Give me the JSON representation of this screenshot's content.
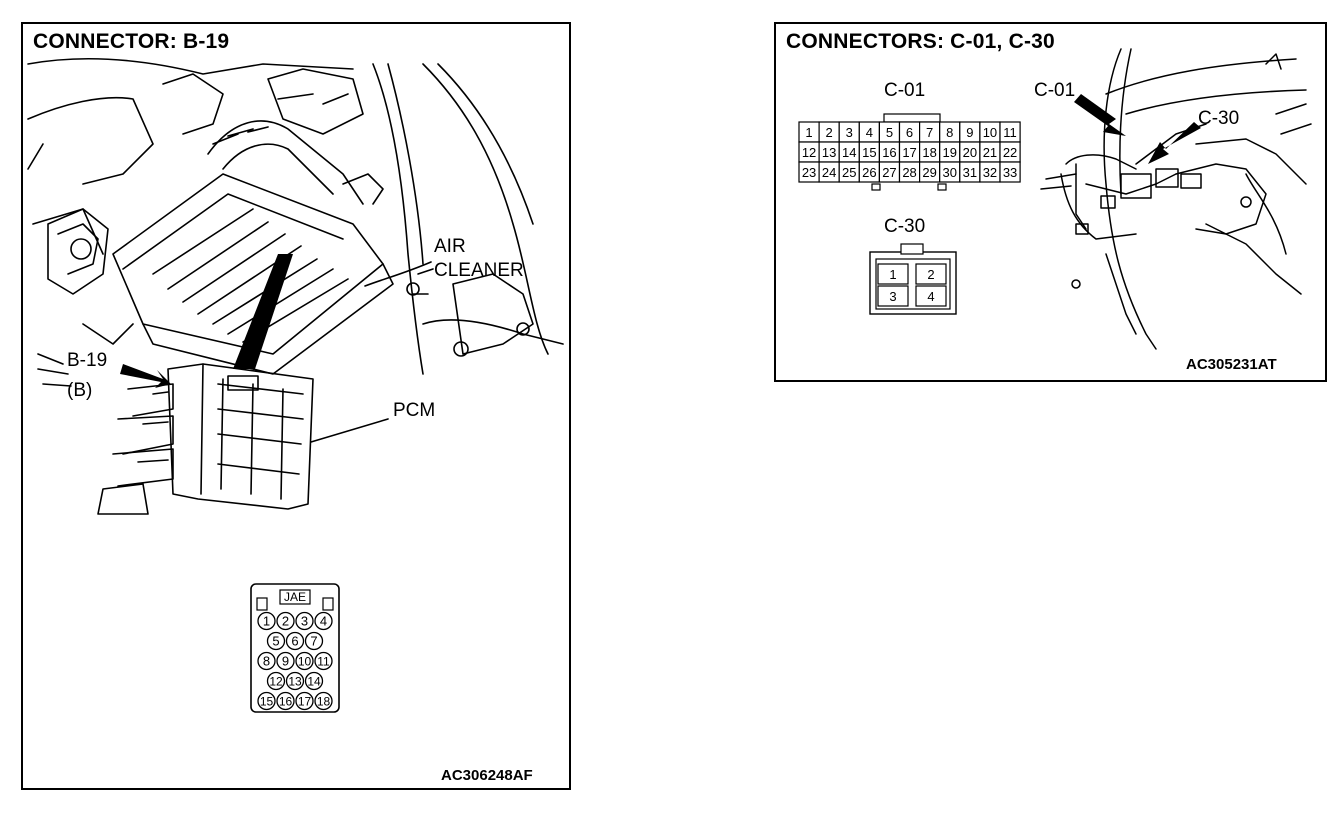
{
  "panel_b19": {
    "title": "CONNECTOR: B-19",
    "labels": {
      "air_cleaner_1": "AIR",
      "air_cleaner_2": "CLEANER",
      "connector": "B-19",
      "connector_sub": "(B)",
      "pcm": "PCM"
    },
    "jae_label": "JAE",
    "pin_rows": [
      [
        "1",
        "2",
        "3",
        "4"
      ],
      [
        "5",
        "6",
        "7"
      ],
      [
        "8",
        "9",
        "10",
        "11"
      ],
      [
        "12",
        "13",
        "14"
      ],
      [
        "15",
        "16",
        "17",
        "18"
      ]
    ],
    "figure_id": "AC306248AF"
  },
  "panel_c": {
    "title": "CONNECTORS: C-01, C-30",
    "c01_label": "C-01",
    "c01_rows": [
      [
        "1",
        "2",
        "3",
        "4",
        "5",
        "6",
        "7",
        "8",
        "9",
        "10",
        "11"
      ],
      [
        "12",
        "13",
        "14",
        "15",
        "16",
        "17",
        "18",
        "19",
        "20",
        "21",
        "22"
      ],
      [
        "23",
        "24",
        "25",
        "26",
        "27",
        "28",
        "29",
        "30",
        "31",
        "32",
        "33"
      ]
    ],
    "c30_label": "C-30",
    "c30_pins": [
      "1",
      "2",
      "3",
      "4"
    ],
    "photo_labels": {
      "c01": "C-01",
      "c30": "C-30"
    },
    "figure_id": "AC305231AT"
  }
}
